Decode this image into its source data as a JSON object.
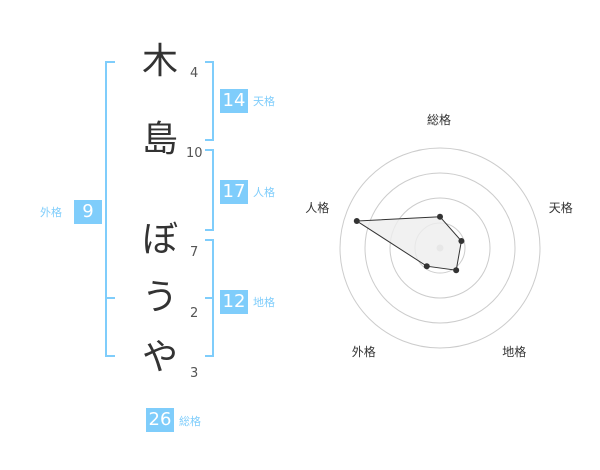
{
  "name": {
    "characters": [
      {
        "char": "木",
        "strokes": "4"
      },
      {
        "char": "島",
        "strokes": "10"
      },
      {
        "char": "ぼ",
        "strokes": "7"
      },
      {
        "char": "う",
        "strokes": "2"
      },
      {
        "char": "や",
        "strokes": "3"
      }
    ]
  },
  "fortune": {
    "tenkaku": {
      "value": "14",
      "label": "天格"
    },
    "jinkaku": {
      "value": "17",
      "label": "人格"
    },
    "chikaku": {
      "value": "12",
      "label": "地格"
    },
    "gaikaku": {
      "value": "9",
      "label": "外格"
    },
    "soukaku": {
      "value": "26",
      "label": "総格"
    }
  },
  "chart_data": {
    "type": "radar",
    "axes": [
      "総格",
      "天格",
      "地格",
      "外格",
      "人格"
    ],
    "rings": 4,
    "values": [
      1.25,
      0.9,
      1.1,
      0.9,
      3.5
    ],
    "range": [
      0,
      4
    ],
    "colors": {
      "ring": "#cccccc",
      "fill": "#eeeeee",
      "line": "#333333",
      "center": "#cccccc"
    }
  },
  "colors": {
    "accent": "#7fcdfb",
    "text": "#333333"
  }
}
